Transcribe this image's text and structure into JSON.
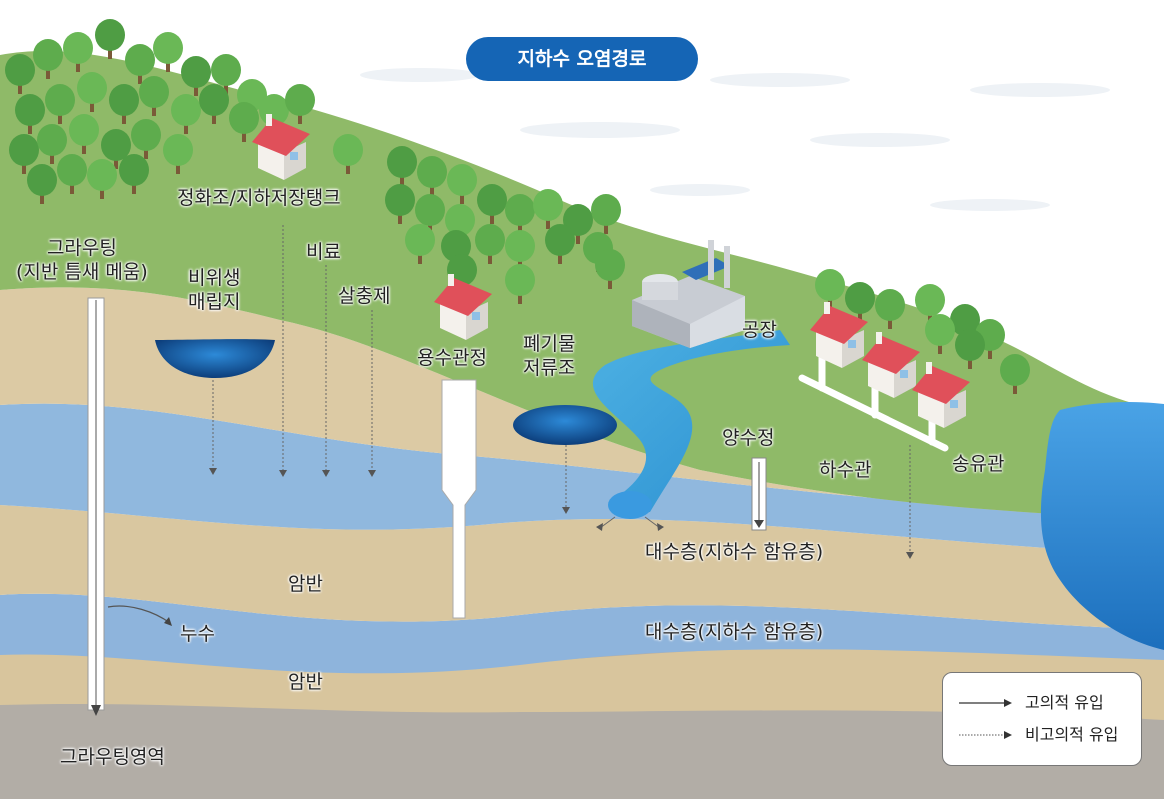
{
  "title": "지하수 오염경로",
  "labels": {
    "septic": "정화조/지하저장탱크",
    "grouting": "그라우팅\n(지반 틈새 메움)",
    "landfill": "비위생\n매립지",
    "fertilizer": "비료",
    "pesticide": "살충제",
    "well_use": "용수관정",
    "waste_pond": "폐기물\n저류조",
    "factory": "공장",
    "pump_well": "양수정",
    "sewer": "하수관",
    "oil_pipe": "송유관",
    "aquifer_1": "대수층(지하수 함유층)",
    "aquifer_2": "대수층(지하수 함유층)",
    "bedrock_1": "암반",
    "bedrock_2": "암반",
    "leak": "누수",
    "grouting_area": "그라우팅영역"
  },
  "legend": {
    "intentional": "고의적 유입",
    "unintentional": "비고의적 유입"
  },
  "colors": {
    "title_bg": "#1565b5",
    "grass": "#8fbb6a",
    "soil": "#dccaa4",
    "aquifer": "#8eb6dc",
    "bedrock": "#a8a29a",
    "sea": "#2f86cf",
    "tree": "#5aa84a",
    "house_roof": "#e0505a"
  }
}
